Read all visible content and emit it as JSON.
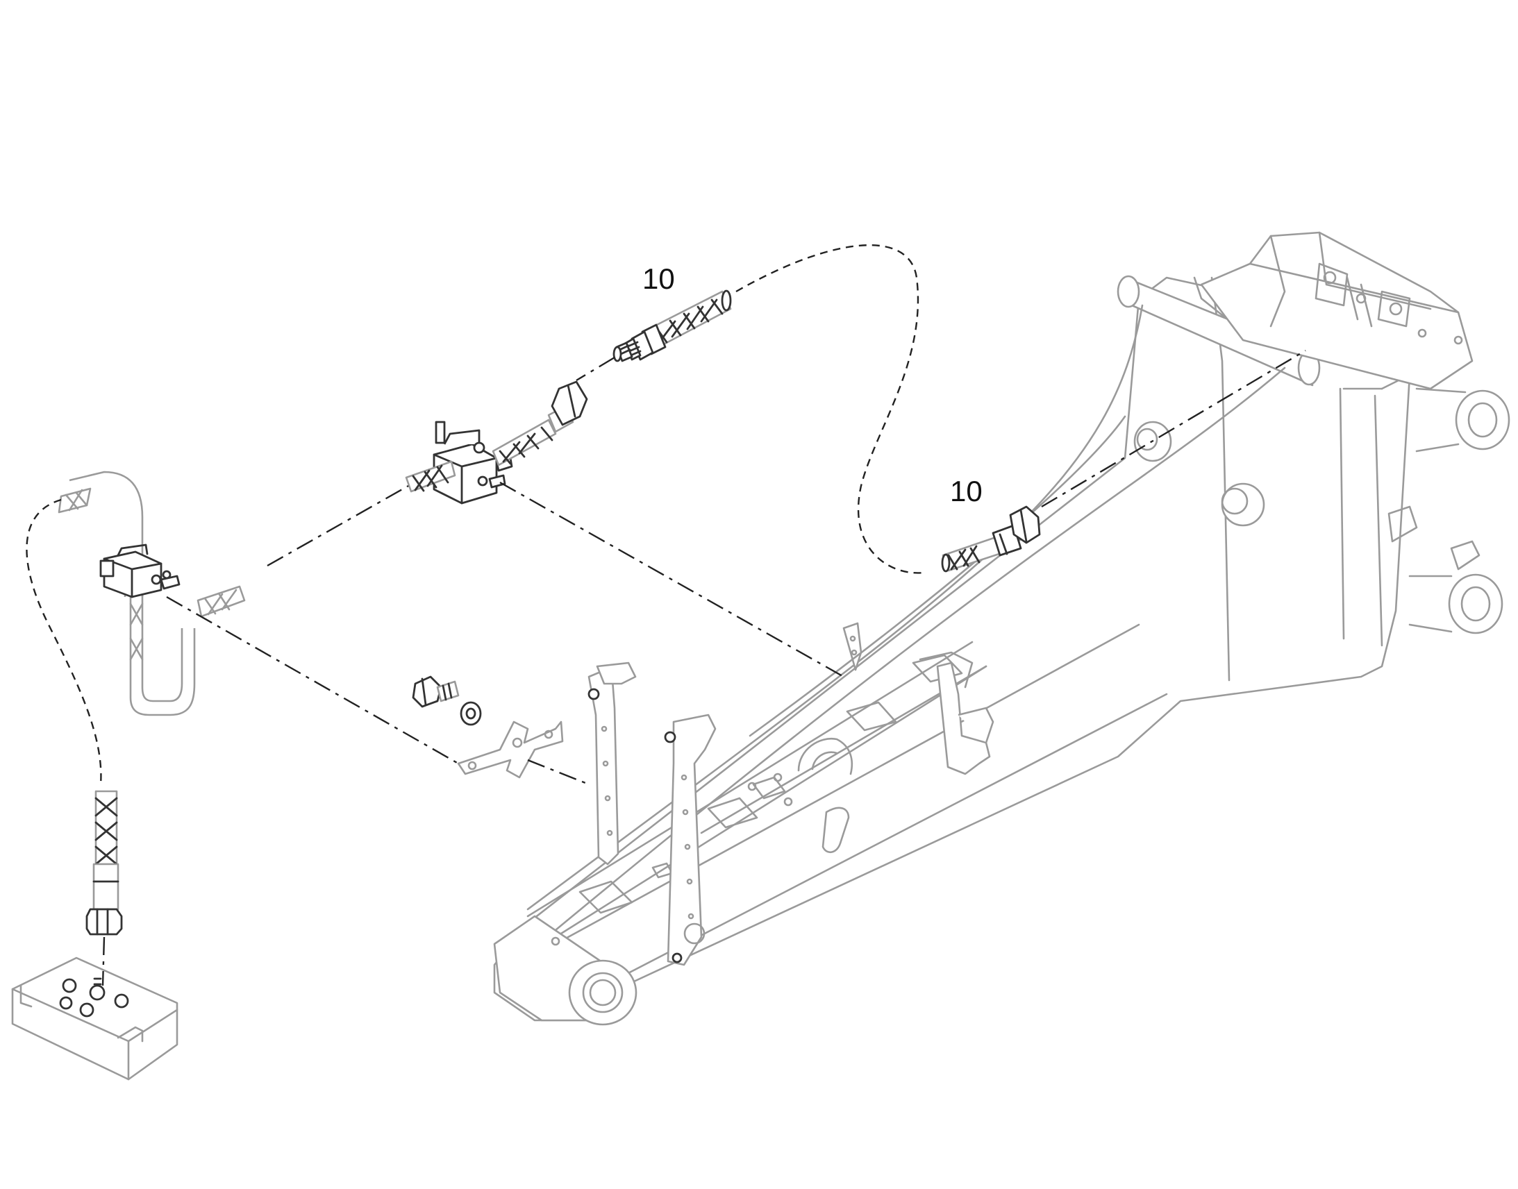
{
  "callouts": [
    {
      "id": "hose-upper",
      "text": "10"
    },
    {
      "id": "hose-lower",
      "text": "10"
    }
  ]
}
